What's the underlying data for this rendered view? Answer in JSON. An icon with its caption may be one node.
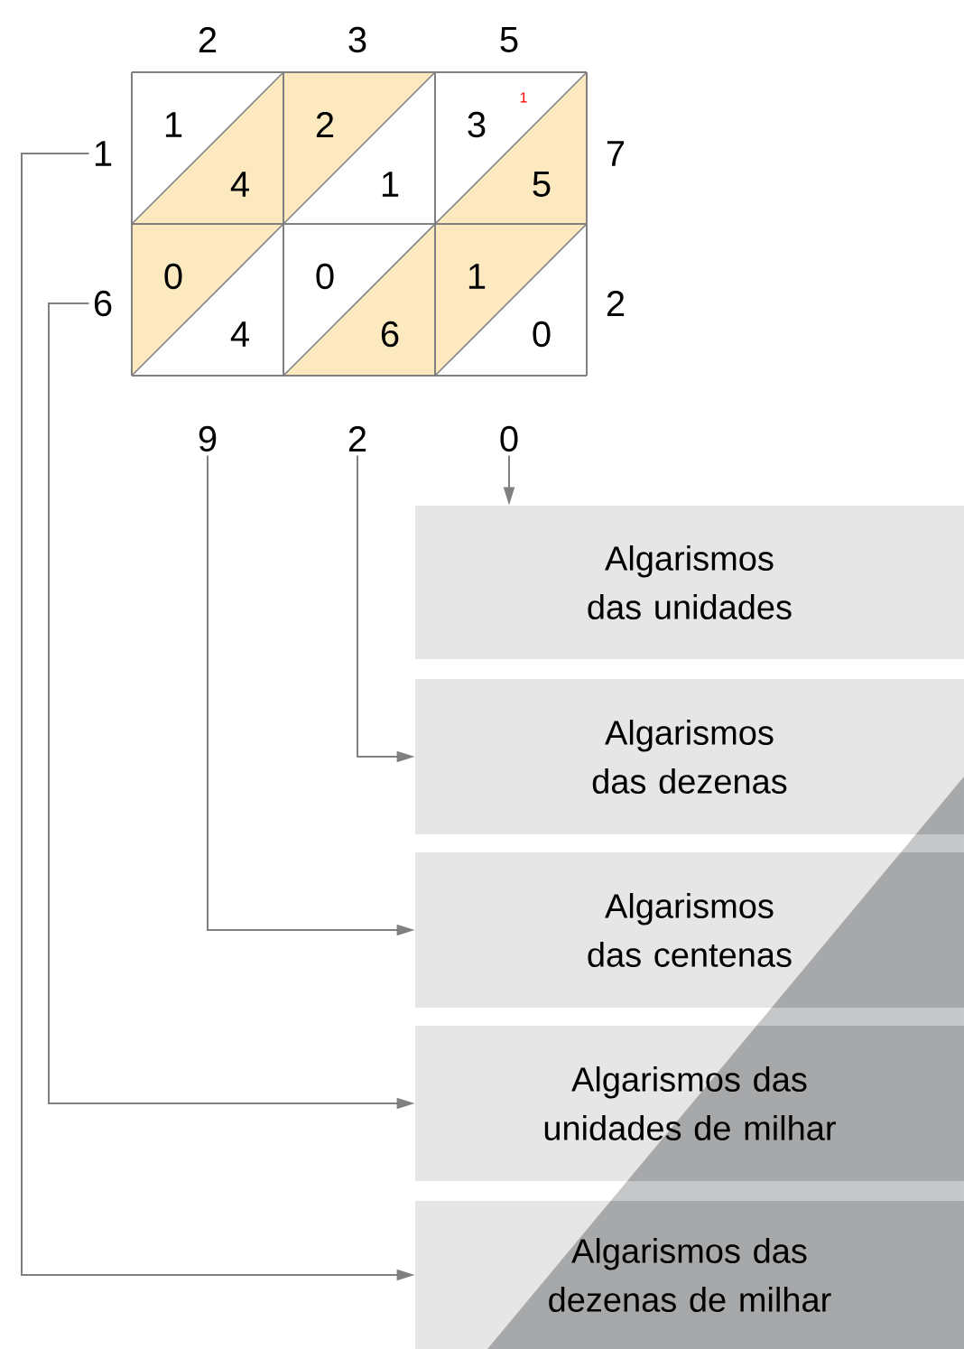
{
  "diagram": {
    "nodes": [
      {
        "text": [
          "1"
        ]
      },
      {
        "text": [
          "6"
        ]
      },
      {
        "text": [
          "9"
        ]
      },
      {
        "text": [
          "2"
        ]
      },
      {
        "text": [
          "0"
        ]
      },
      {
        "text": [
          "Algarismos das unidades"
        ]
      },
      {
        "text": [
          "Algarismos das dezenas"
        ]
      },
      {
        "text": [
          "Algarismos das centenas"
        ]
      },
      {
        "text": [
          "Algarismos das unidades de milhar"
        ]
      },
      {
        "text": [
          "Algarismos das dezenas de milhar"
        ]
      }
    ],
    "edges": [
      {
        "from": 4,
        "to": 5,
        "arrow": "to"
      },
      {
        "from": 3,
        "to": 6,
        "arrow": "to"
      },
      {
        "from": 2,
        "to": 7,
        "arrow": "to"
      },
      {
        "from": 1,
        "to": 8,
        "arrow": "to"
      },
      {
        "from": 0,
        "to": 9,
        "arrow": "to"
      }
    ],
    "labels": [
      "2",
      "3",
      "5",
      "1",
      "2",
      "3",
      "1",
      "7",
      "4",
      "1",
      "5",
      "0",
      "0",
      "1",
      "2",
      "4",
      "6",
      "0"
    ]
  }
}
